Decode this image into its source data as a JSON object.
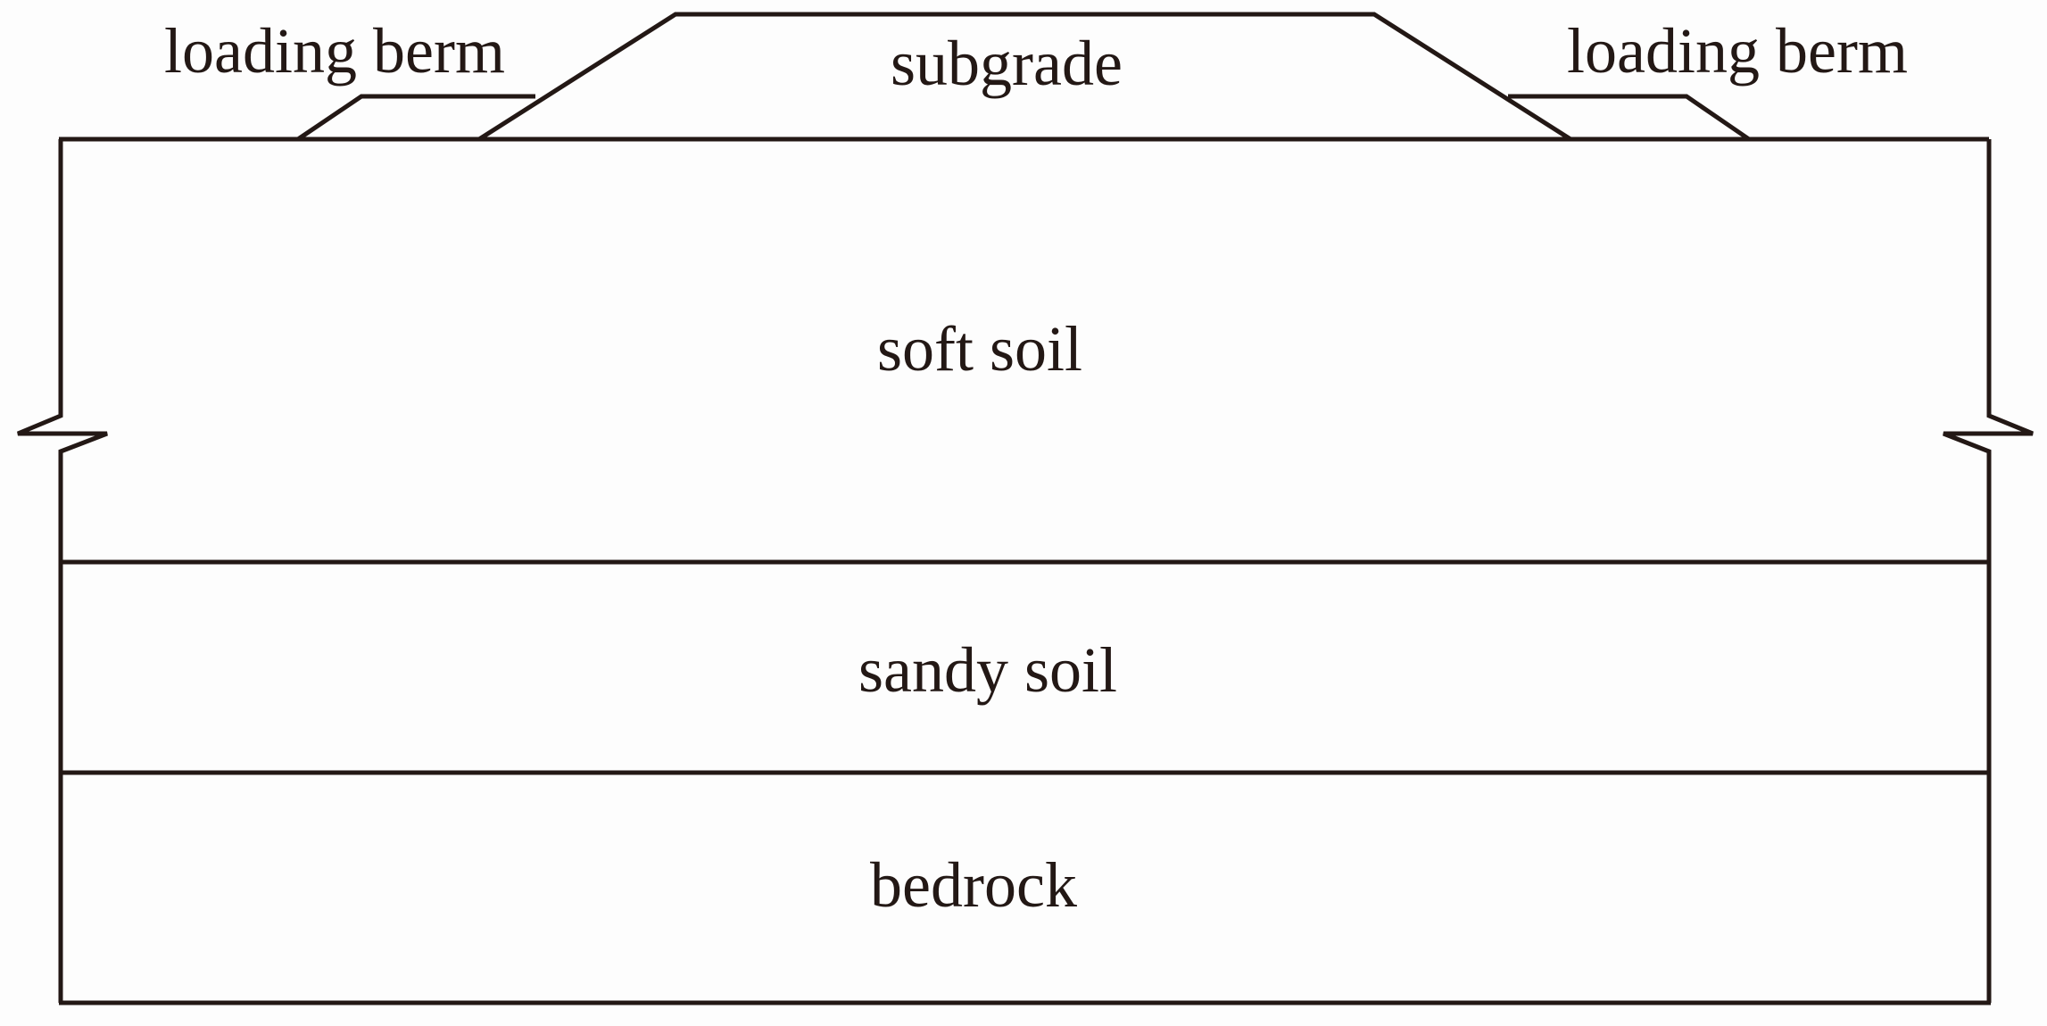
{
  "labels": {
    "loading_berm_left": "loading berm",
    "subgrade": "subgrade",
    "loading_berm_right": "loading berm",
    "soft_soil": "soft soil",
    "sandy_soil": "sandy soil",
    "bedrock": "bedrock"
  },
  "colors": {
    "line": "#231815",
    "background": "#fdfdfd"
  }
}
